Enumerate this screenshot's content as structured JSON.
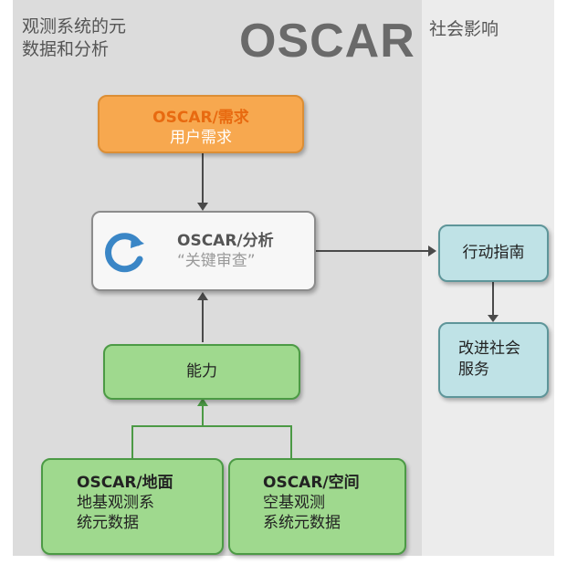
{
  "header": {
    "left_line1": "观测系统的元",
    "left_line2": "数据和分析",
    "title": "OSCAR",
    "right_label": "社会影响"
  },
  "boxes": {
    "requirements": {
      "line1": "OSCAR/需求",
      "line2": "用户需求"
    },
    "analysis": {
      "line1": "OSCAR/分析",
      "line2": "“关键审查”"
    },
    "capability": {
      "label": "能力"
    },
    "surface": {
      "line1": "OSCAR/地面",
      "line2": "地基观测系",
      "line3": "统元数据"
    },
    "space": {
      "line1": "OSCAR/空间",
      "line2": "空基观测",
      "line3": "系统元数据"
    },
    "guidance": {
      "label": "行动指南"
    },
    "services": {
      "line1": "改进社会",
      "line2": "服务"
    }
  },
  "colors": {
    "left_panel": "#dcdcdc",
    "right_panel": "#ececec",
    "orange_fill": "#f7a84f",
    "orange_text": "#e86a10",
    "green_fill": "#9fd98e",
    "green_line": "#4c9a45",
    "teal_fill": "#bfe2e6",
    "cycle_icon": "#3a86c6"
  }
}
